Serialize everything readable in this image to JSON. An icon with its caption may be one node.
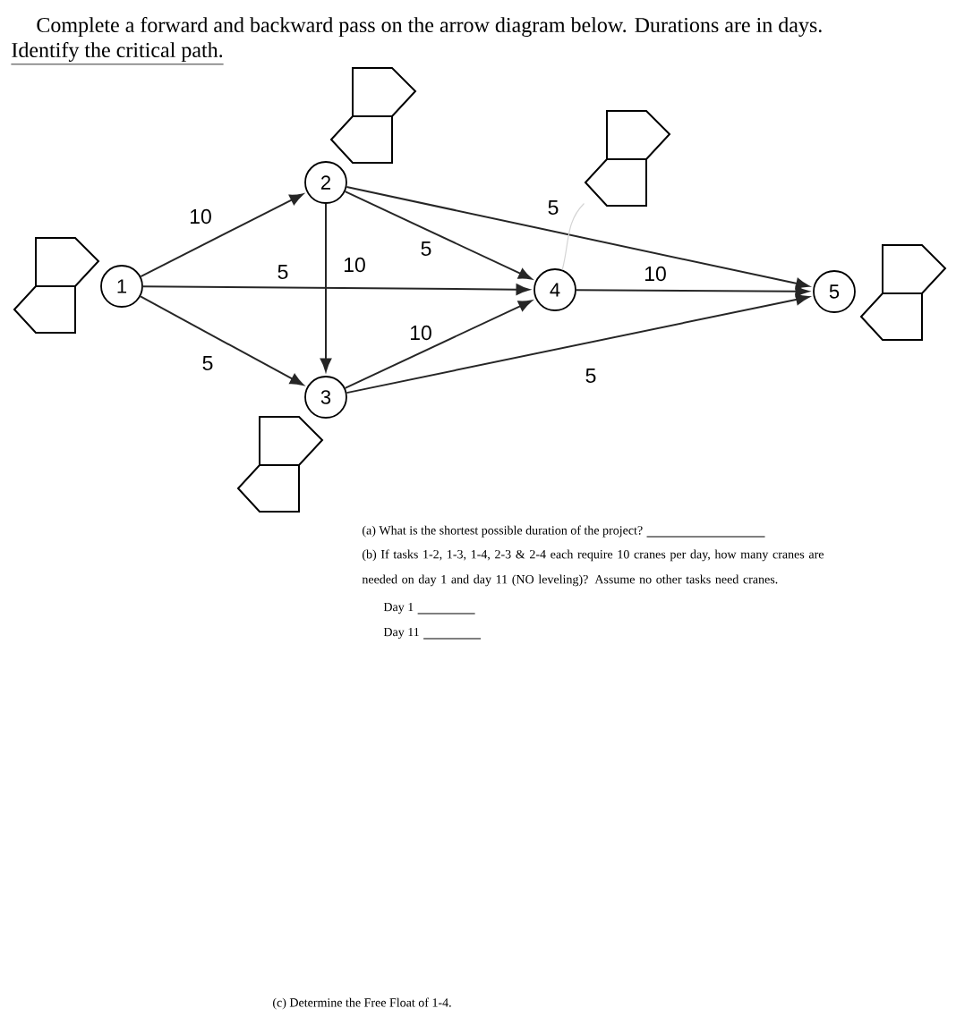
{
  "diagram": {
    "nodes": [
      {
        "text": [
          "1"
        ]
      },
      {
        "text": [
          "2"
        ]
      },
      {
        "text": [
          "3"
        ]
      },
      {
        "text": [
          "4"
        ]
      },
      {
        "text": [
          "5"
        ]
      },
      {
        "text": [],
        "shape": "box"
      }
    ],
    "edges": [
      {
        "from": 0,
        "to": 1,
        "arrow": "to",
        "label": "10"
      },
      {
        "from": 0,
        "to": 3,
        "arrow": "to",
        "label": "5"
      },
      {
        "from": 0,
        "to": 2,
        "arrow": "to",
        "label": "5"
      },
      {
        "from": 1,
        "to": 2,
        "arrow": "to",
        "label": "10"
      },
      {
        "from": 1,
        "to": 3,
        "arrow": "to",
        "label": "5"
      },
      {
        "from": 1,
        "to": 4,
        "arrow": "to",
        "label": "5"
      },
      {
        "from": 2,
        "to": 3,
        "arrow": "to",
        "label": "10"
      },
      {
        "from": 2,
        "to": 4,
        "arrow": "to",
        "label": "5"
      },
      {
        "from": 3,
        "to": 4,
        "arrow": "to",
        "label": "10"
      },
      {
        "from": 3,
        "to": 5,
        "arrow": "none",
        "color": "#d4d4d4"
      }
    ],
    "labels": [
      "Complete a forward and backward pass on the arrow diagram below. Durations are in days.",
      "Identify the critical path.",
      "(a) What is the shortest possible duration of the project?",
      "(b) If tasks 1-2, 1-3, 1-4, 2-3 & 2-4 each require 10 cranes per day, how many cranes are needed on day 1 and day 11 (NO leveling)? Assume no other tasks need cranes.",
      "Day 1",
      "Day 11",
      "(c) Determine the Free Float of 1-4."
    ]
  }
}
